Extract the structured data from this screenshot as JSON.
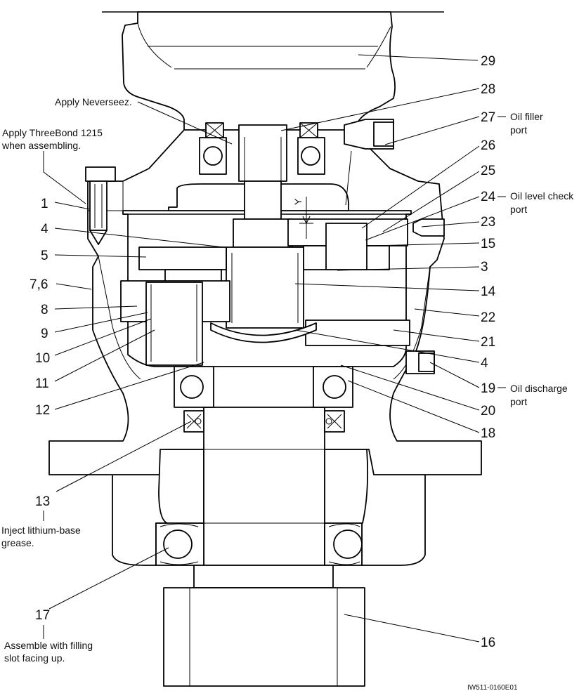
{
  "drawing_code": "IW511-0160E01",
  "callouts": {
    "c1": "1",
    "c3": "3",
    "c4a": "4",
    "c4b": "4",
    "c5": "5",
    "c76": "7,6",
    "c8": "8",
    "c9": "9",
    "c10": "10",
    "c11": "11",
    "c12": "12",
    "c13": "13",
    "c14": "14",
    "c15": "15",
    "c16": "16",
    "c17": "17",
    "c18": "18",
    "c19": "19",
    "c20": "20",
    "c21": "21",
    "c22": "22",
    "c23": "23",
    "c24": "24",
    "c25": "25",
    "c26": "26",
    "c27": "27",
    "c28": "28",
    "c29": "29"
  },
  "dimension_label": "Y",
  "notes": {
    "neverseez": "Apply Neverseez.",
    "threebond_l1": "Apply ThreeBond 1215",
    "threebond_l2": "when assembling.",
    "oil_filler_l1": "Oil filler",
    "oil_filler_l2": "port",
    "oil_level_l1": "Oil level check",
    "oil_level_l2": "port",
    "oil_discharge_l1": "Oil discharge",
    "oil_discharge_l2": "port",
    "grease_l1": "Inject lithium-base",
    "grease_l2": "grease.",
    "filling_l1": "Assemble with filling",
    "filling_l2": "slot facing up."
  }
}
